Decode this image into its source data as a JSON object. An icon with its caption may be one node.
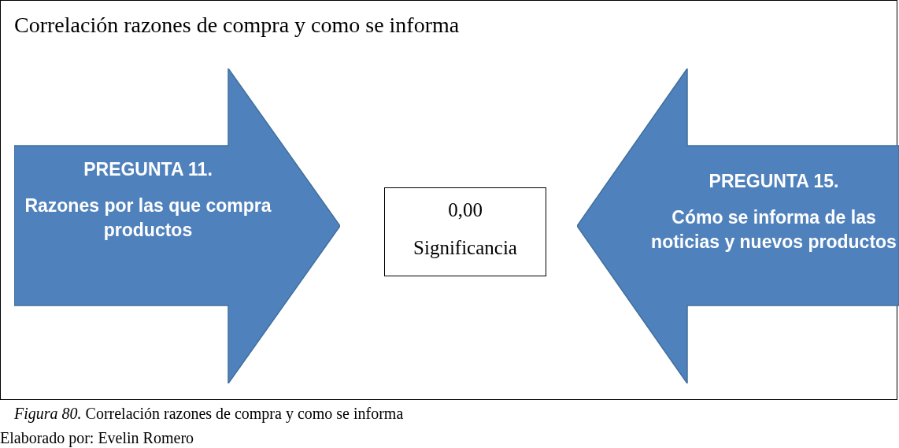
{
  "diagram": {
    "title": "Correlación razones de compra y como se informa",
    "caption": "*Figura 80.* Correlación razones de compra y como se informa",
    "nodes": [
      {
        "text": [
          "PREGUNTA 11.",
          "Razones por las que compra productos"
        ]
      },
      {
        "text": [
          "0,00",
          "Significancia"
        ]
      },
      {
        "text": [
          "PREGUNTA 15.",
          "Cómo se informa de las noticias y nuevos productos"
        ]
      }
    ],
    "edges": [],
    "labels": [
      "Elaborado por: Evelin Romero"
    ]
  }
}
